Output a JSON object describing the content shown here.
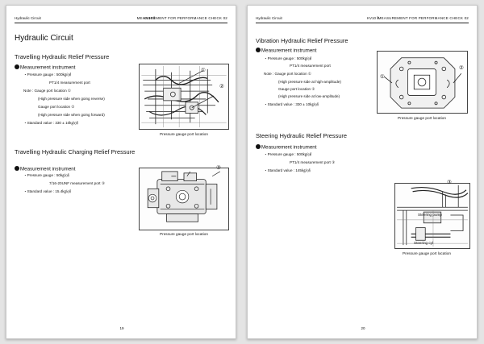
{
  "left_page": {
    "header": {
      "left": "Hydraulic Circuit",
      "mid": "KV10 Ⅱ",
      "right": "MEASUREMENT FOR PERFORMANCE CHECK 02"
    },
    "title": "Hydraulic Circuit",
    "sections": [
      {
        "title": "Travelling Hydraulic Relief Pressure",
        "measurement_heading": "Measurement instrument",
        "lines": [
          "・Pressure gauge : 500㎏/㎠",
          "PT1/4 measurement port",
          "Note : Gauge port location ①",
          "(High pressure side when going reverse)",
          "Gauge port location ②",
          "(High pressure side when going forward)",
          "・Standard value : 330 ± 10㎏/㎠"
        ],
        "figure_caption": "Pressure gauge port location",
        "callouts": [
          "①",
          "②"
        ]
      },
      {
        "title": "Travelling Hydraulic Charging Relief Pressure",
        "measurement_heading": "Measurement instrument",
        "lines": [
          "・Pressure gauge : 50㎏/㎠",
          "7/16-20UNF measurement port ③",
          "・Standard value : 15.4㎏/㎠"
        ],
        "figure_caption": "Pressure gauge port location",
        "callouts": [
          "③"
        ]
      }
    ],
    "page_number": "19"
  },
  "right_page": {
    "header": {
      "left": "Hydraulic Circuit",
      "mid": "KV10 Ⅱ",
      "right": "MEASUREMENT FOR PERFORMANCE CHECK 02"
    },
    "sections": [
      {
        "title": "Vibration Hydraulic Relief Pressure",
        "measurement_heading": "Measurement instrument",
        "lines": [
          "・Pressure gauge : 500㎏/㎠",
          "PT1/4 measurement port",
          "Note : Gauge port location ①",
          "(High pressure side at high-amplitude)",
          "Gauge port location ②",
          "(High pressure side at low-amplitude)",
          "・Standard value : 330 ± 10㎏/㎠"
        ],
        "figure_caption": "Pressure gauge port location",
        "callouts": [
          "①",
          "②"
        ]
      },
      {
        "title": "Steering Hydraulic Relief Pressure",
        "measurement_heading": "Measurement instrument",
        "lines": [
          "・Pressure gauge : 500㎏/㎠",
          "PT1/4 measurement port ③",
          "・Standard value : 145㎏/㎠"
        ],
        "figure_caption": "Pressure gauge port location",
        "callouts": [
          "③"
        ],
        "figure_labels": [
          "Steering pump",
          "Steering cyl"
        ]
      }
    ],
    "page_number": "20"
  }
}
